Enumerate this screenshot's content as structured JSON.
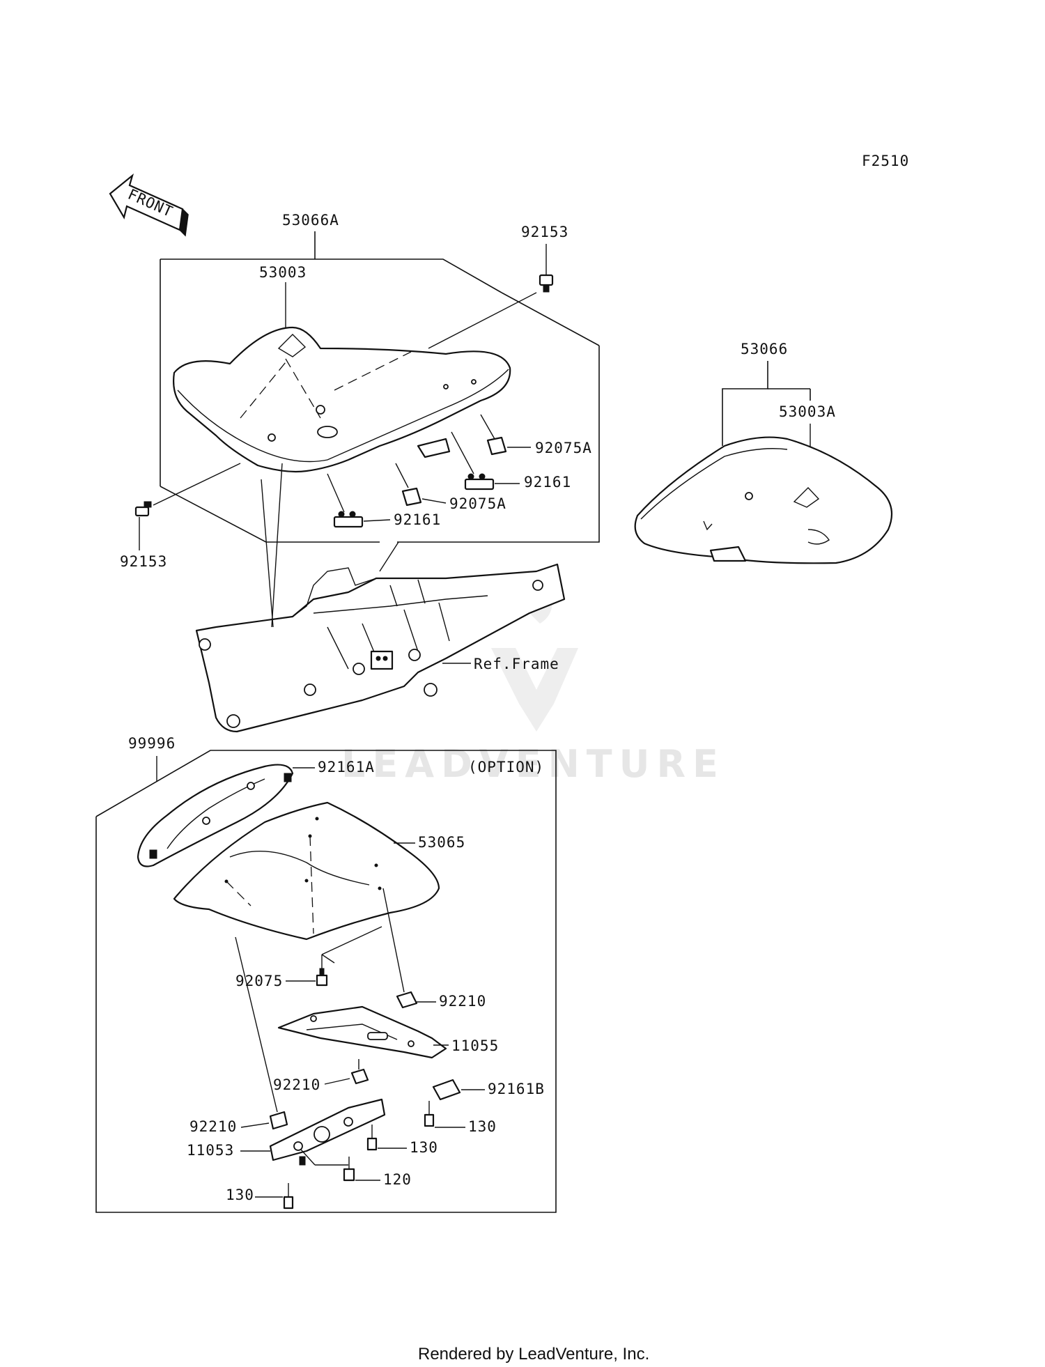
{
  "diagram_code": "F2510",
  "front_label": "FRONT",
  "option_label": "(OPTION)",
  "ref_frame_label": "Ref.Frame",
  "watermark": "LEADVENTURE",
  "footer": "Rendered by LeadVenture, Inc.",
  "parts": {
    "p53066A": "53066A",
    "p53003": "53003",
    "p92153_top": "92153",
    "p92153_left": "92153",
    "p92075A_1": "92075A",
    "p92161_1": "92161",
    "p92075A_2": "92075A",
    "p92161_2": "92161",
    "p53066": "53066",
    "p53003A": "53003A",
    "p99996": "99996",
    "p92161A": "92161A",
    "p53065": "53065",
    "p92075": "92075",
    "p92210_1": "92210",
    "p11055": "11055",
    "p92161B": "92161B",
    "p92210_2": "92210",
    "p92210_3": "92210",
    "p130_1": "130",
    "p11053": "11053",
    "p130_2": "130",
    "p120": "120",
    "p130_3": "130"
  }
}
